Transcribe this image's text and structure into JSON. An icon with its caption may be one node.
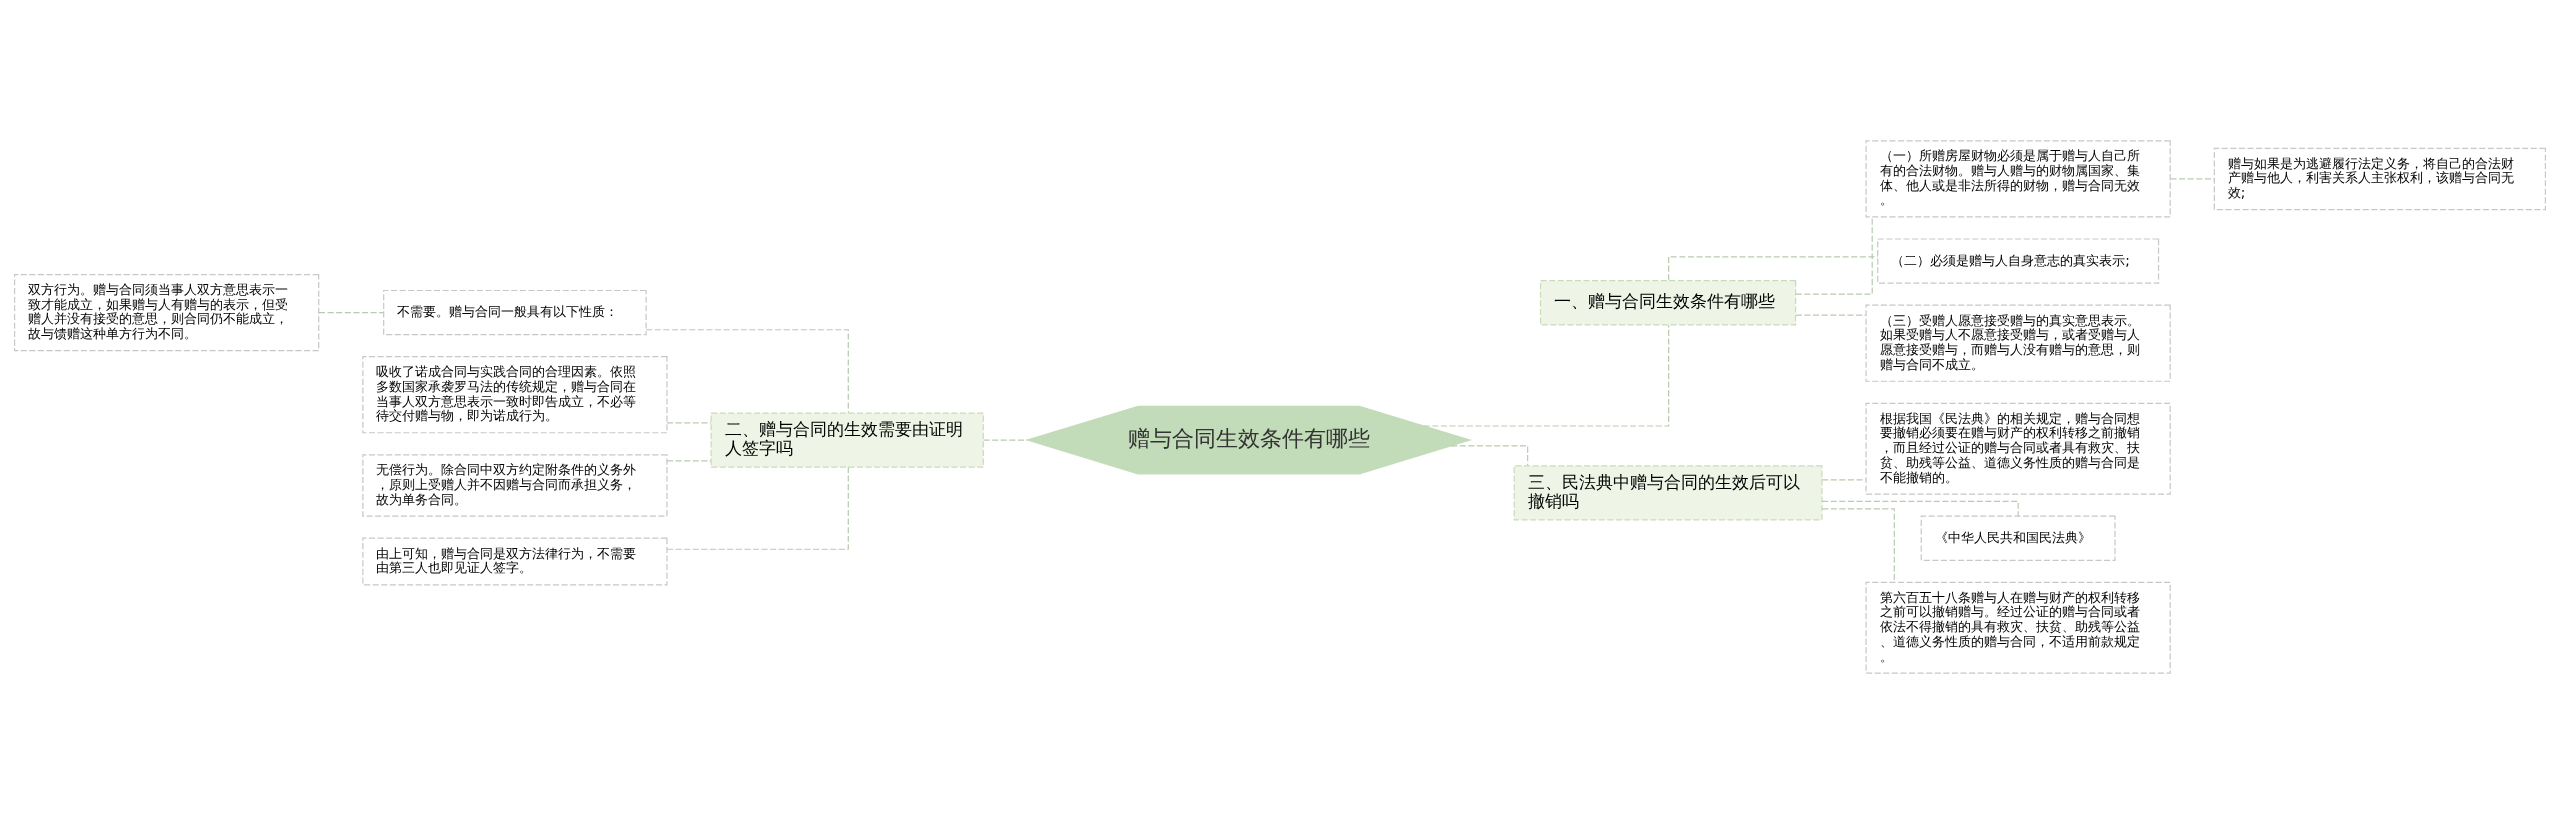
{
  "diagram": {
    "nodes": [
      {
        "text": [
          "赠与合同生效条件有哪些"
        ]
      },
      {
        "text": [
          "一、赠与合同生效条件有哪些"
        ]
      },
      {
        "text": [
          "（一）所赠房屋财物必须是属于赠与人自己所有的合法财物。赠与人赠与的财物属国家、集体、他人或是非法所得的财物，赠与合同无效。"
        ]
      },
      {
        "text": [
          "赠与如果是为逃避履行法定义务，将自己的合法财产赠与他人，利害关系人主张权利，该赠与合同无效;"
        ]
      },
      {
        "text": [
          "（二）必须是赠与人自身意志的真实表示;"
        ]
      },
      {
        "text": [
          "（三）受赠人愿意接受赠与的真实意思表示。如果受赠与人不愿意接受赠与，或者受赠与人愿意接受赠与，而赠与人没有赠与的意思，则赠与合同不成立。"
        ]
      },
      {
        "text": [
          "二、赠与合同的生效需要由证明人签字吗"
        ]
      },
      {
        "text": [
          "不需要。赠与合同一般具有以下性质："
        ]
      },
      {
        "text": [
          "双方行为。赠与合同须当事人双方意思表示一致才能成立，如果赠与人有赠与的表示，但受赠人并没有接受的意思，则合同仍不能成立，故与馈赠这种单方行为不同。"
        ]
      },
      {
        "text": [
          "吸收了诺成合同与实践合同的合理因素。依照多数国家承袭罗马法的传统规定，赠与合同在当事人双方意思表示一致时即告成立，不必等待交付赠与物，即为诺成行为。"
        ]
      },
      {
        "text": [
          "无偿行为。除合同中双方约定附条件的义务外，原则上受赠人并不因赠与合同而承担义务，故为单务合同。"
        ]
      },
      {
        "text": [
          "由上可知，赠与合同是双方法律行为，不需要由第三人也即见证人签字。"
        ]
      },
      {
        "text": [
          "三、民法典中赠与合同的生效后可以撤销吗"
        ]
      },
      {
        "text": [
          "根据我国《民法典》的相关规定，赠与合同想要撤销必须要在赠与财产的权利转移之前撤销，而且经过公证的赠与合同或者具有救灾、扶贫、助残等公益、道德义务性质的赠与合同是不能撤销的。"
        ]
      },
      {
        "text": [
          "《中华人民共和国民法典》"
        ]
      },
      {
        "text": [
          "第六百五十八条赠与人在赠与财产的权利转移之前可以撤销赠与。经过公证的赠与合同或者依法不得撤销的具有救灾、扶贫、助残等公益、道德义务性质的赠与合同，不适用前款规定。"
        ]
      }
    ],
    "edges": [
      {
        "from": 0,
        "to": 1,
        "arrow": "none"
      },
      {
        "from": 1,
        "to": 2,
        "arrow": "none"
      },
      {
        "from": 2,
        "to": 3,
        "arrow": "none"
      },
      {
        "from": 1,
        "to": 4,
        "arrow": "none"
      },
      {
        "from": 1,
        "to": 5,
        "arrow": "none"
      },
      {
        "from": 0,
        "to": 6,
        "arrow": "none"
      },
      {
        "from": 6,
        "to": 7,
        "arrow": "none"
      },
      {
        "from": 7,
        "to": 8,
        "arrow": "none"
      },
      {
        "from": 6,
        "to": 9,
        "arrow": "none"
      },
      {
        "from": 6,
        "to": 10,
        "arrow": "none"
      },
      {
        "from": 6,
        "to": 11,
        "arrow": "none"
      },
      {
        "from": 0,
        "to": 12,
        "arrow": "none"
      },
      {
        "from": 12,
        "to": 13,
        "arrow": "none"
      },
      {
        "from": 12,
        "to": 14,
        "arrow": "none"
      },
      {
        "from": 12,
        "to": 15,
        "arrow": "none"
      }
    ]
  }
}
